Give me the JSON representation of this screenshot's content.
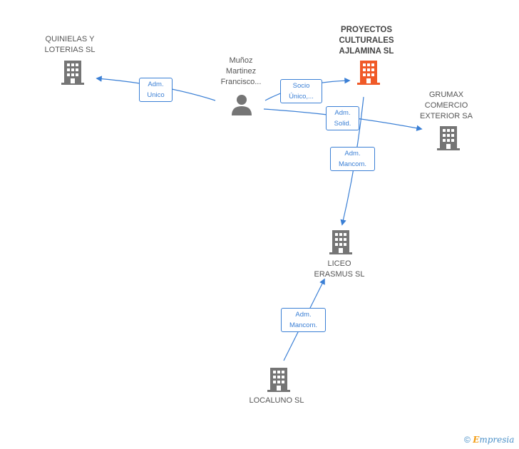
{
  "colors": {
    "edge": "#3a7fd5",
    "building_default": "#757575",
    "building_main": "#f05a28",
    "person": "#757575"
  },
  "nodes": {
    "quinielas": {
      "label": "QUINIELAS Y\nLOTERIAS SL",
      "icon": "building-icon"
    },
    "person": {
      "label": "Muñoz\nMartinez\nFrancisco...",
      "icon": "person-icon"
    },
    "proyectos": {
      "label": "PROYECTOS\nCULTURALES\nAJLAMINA SL",
      "icon": "building-icon"
    },
    "grumax": {
      "label": "GRUMAX\nCOMERCIO\nEXTERIOR SA",
      "icon": "building-icon"
    },
    "liceo": {
      "label": "LICEO\nERASMUS SL",
      "icon": "building-icon"
    },
    "localuno": {
      "label": "LOCALUNO SL",
      "icon": "building-icon"
    }
  },
  "edges": {
    "adm_unico": "Adm.\nUnico",
    "socio_unico": "Socio\nÚnico,...",
    "adm_solid": "Adm.\nSolid.",
    "adm_mancom_1": "Adm.\nMancom.",
    "adm_mancom_2": "Adm.\nMancom."
  },
  "footer": {
    "copyright": "©",
    "brand_e": "E",
    "brand_rest": "mpresia"
  }
}
